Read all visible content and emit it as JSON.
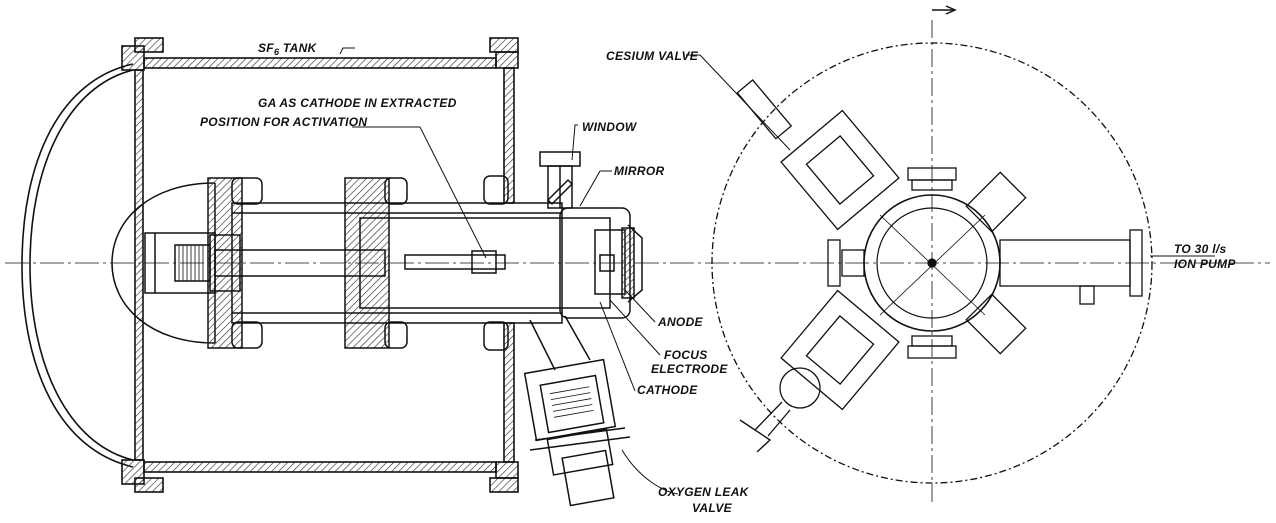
{
  "labels": {
    "sf6_prefix": "SF",
    "sf6_sub": "6",
    "sf6_suffix": " TANK",
    "cathode_extracted_1": "GA AS CATHODE IN EXTRACTED",
    "cathode_extracted_2": "POSITION FOR ACTIVATION",
    "window": "WINDOW",
    "mirror": "MIRROR",
    "cesium_valve": "CESIUM VALVE",
    "to_ion_pump_1": "TO 30 l/s",
    "to_ion_pump_2": "ION PUMP",
    "anode": "ANODE",
    "focus_1": "FOCUS",
    "focus_2": "ELECTRODE",
    "cathode": "CATHODE",
    "oxygen_1": "OXYGEN LEAK",
    "oxygen_2": "VALVE"
  },
  "colors": {
    "ink": "#111111",
    "paper": "#ffffff",
    "hatch": "#333333"
  }
}
